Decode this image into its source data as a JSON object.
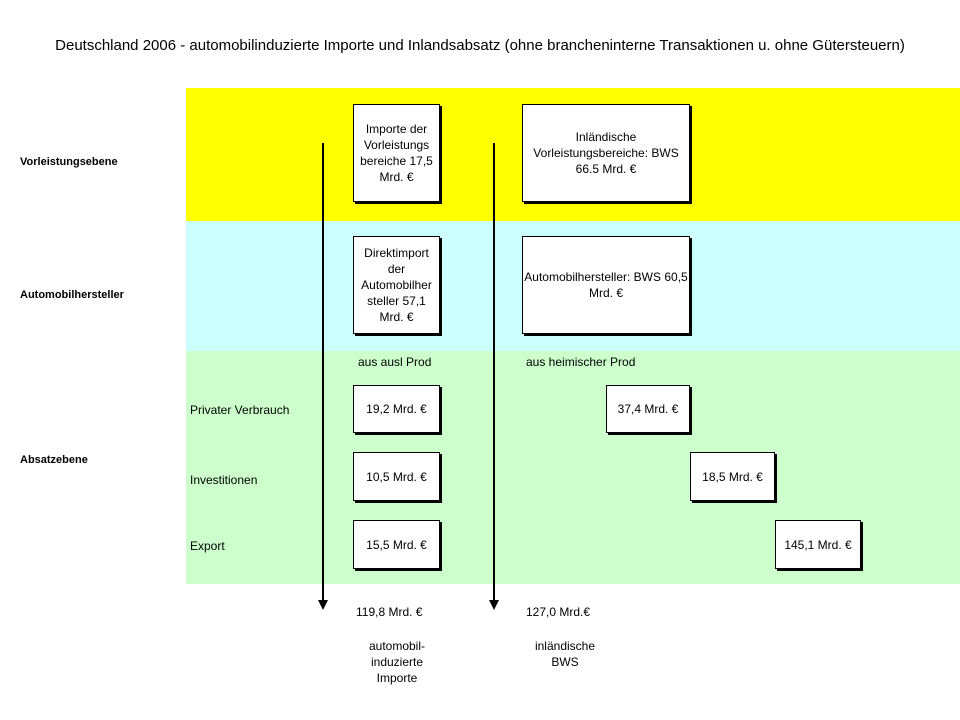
{
  "title": "Deutschland 2006 - automobilinduzierte Importe und Inlandsabsatz (ohne brancheninterne Transaktionen u. ohne Gütersteuern)",
  "levels": {
    "vorleistung": "Vorleistungsebene",
    "hersteller": "Automobilhersteller",
    "absatz": "Absatzebene"
  },
  "boxes": {
    "imports_vorleistung": "Importe der Vorleistungs bereiche 17,5 Mrd. €",
    "domestic_vorleistung": "Inländische Vorleistungsbereiche: BWS 66.5 Mrd. €",
    "direktimport": "Direktimport der Automobilher steller 57,1 Mrd. €",
    "hersteller_bws": "Automobilhersteller:   BWS 60,5 Mrd. €"
  },
  "columns": {
    "foreign": "aus ausl Prod",
    "domestic": "aus  heimischer Prod"
  },
  "categories": {
    "privat": "Privater Verbrauch",
    "invest": "Investitionen",
    "export": "Export"
  },
  "values": {
    "privat_foreign": "19,2 Mrd. €",
    "privat_domestic": "37,4 Mrd. €",
    "invest_foreign": "10,5 Mrd. €",
    "invest_domestic": "18,5 Mrd. €",
    "export_foreign": "15,5 Mrd. €",
    "export_domestic": "145,1 Mrd. €"
  },
  "totals": {
    "imports_total": "119,8 Mrd. €",
    "bws_total": "127,0 Mrd.€"
  },
  "captions": {
    "imports": "automobil- induzierte Importe",
    "bws": "inländische BWS"
  }
}
